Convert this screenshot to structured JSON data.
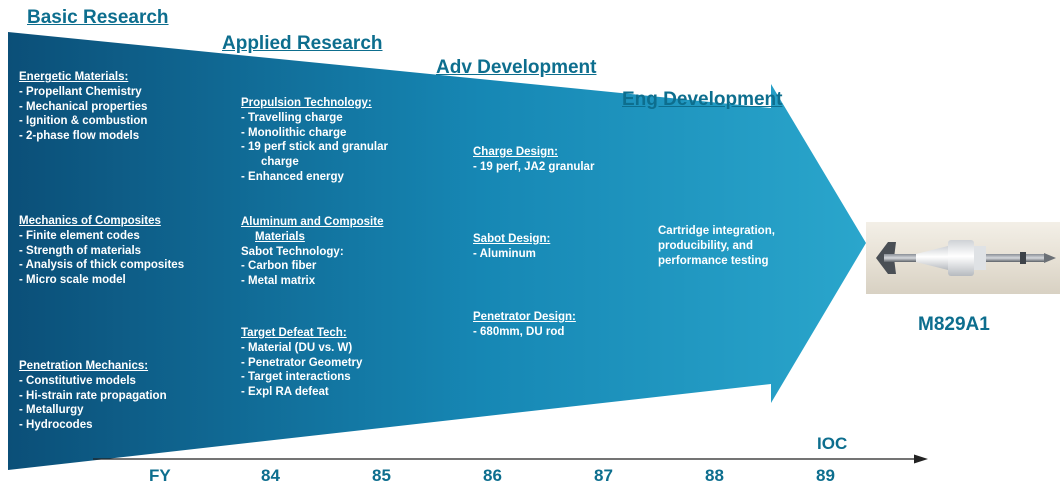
{
  "phases": {
    "basic": "Basic Research",
    "applied": "Applied Research",
    "adv": "Adv Development",
    "eng": "Eng Development"
  },
  "columns": {
    "basic": {
      "energetic": {
        "heading": "Energetic Materials:",
        "items": [
          "- Propellant Chemistry",
          "- Mechanical properties",
          "- Ignition & combustion",
          "- 2-phase flow models"
        ]
      },
      "composites": {
        "heading": "Mechanics of Composites",
        "items": [
          "- Finite element codes",
          "- Strength of materials",
          "- Analysis of thick composites",
          "- Micro scale model"
        ]
      },
      "penetration": {
        "heading": "Penetration Mechanics:",
        "items": [
          "- Constitutive models",
          "- Hi-strain rate propagation",
          "- Metallurgy",
          "- Hydrocodes"
        ]
      }
    },
    "applied": {
      "propulsion": {
        "heading": "Propulsion Technology:",
        "items": [
          "- Travelling charge",
          "- Monolithic charge",
          "- 19 perf stick and granular",
          "charge",
          "- Enhanced energy"
        ]
      },
      "aluminum": {
        "heading_line1": "Aluminum and Composite",
        "heading_line2": "Materials",
        "sub": "Sabot Technology:",
        "items": [
          "- Carbon fiber",
          "- Metal matrix"
        ]
      },
      "target": {
        "heading": "Target Defeat Tech:",
        "items": [
          "- Material (DU vs. W)",
          "- Penetrator Geometry",
          "- Target interactions",
          "- Expl RA defeat"
        ]
      }
    },
    "adv": {
      "charge": {
        "heading": "Charge Design:",
        "items": [
          "- 19 perf, JA2 granular"
        ]
      },
      "sabot": {
        "heading": "Sabot Design:",
        "items": [
          "- Aluminum"
        ]
      },
      "penetrator": {
        "heading": "Penetrator Design:",
        "items": [
          "- 680mm, DU rod"
        ]
      }
    },
    "eng": {
      "lines": [
        "Cartridge integration,",
        "producibility, and",
        "performance testing"
      ]
    }
  },
  "timeline": {
    "fy_label": "FY",
    "years": [
      "84",
      "85",
      "86",
      "87",
      "88",
      "89"
    ],
    "ioc": "IOC"
  },
  "product": {
    "name": "M829A1",
    "image": "projectile-photo"
  },
  "colors": {
    "arrow_dark": "#0b4f78",
    "arrow_light": "#2aa6cc",
    "label": "#0d6e8e"
  }
}
